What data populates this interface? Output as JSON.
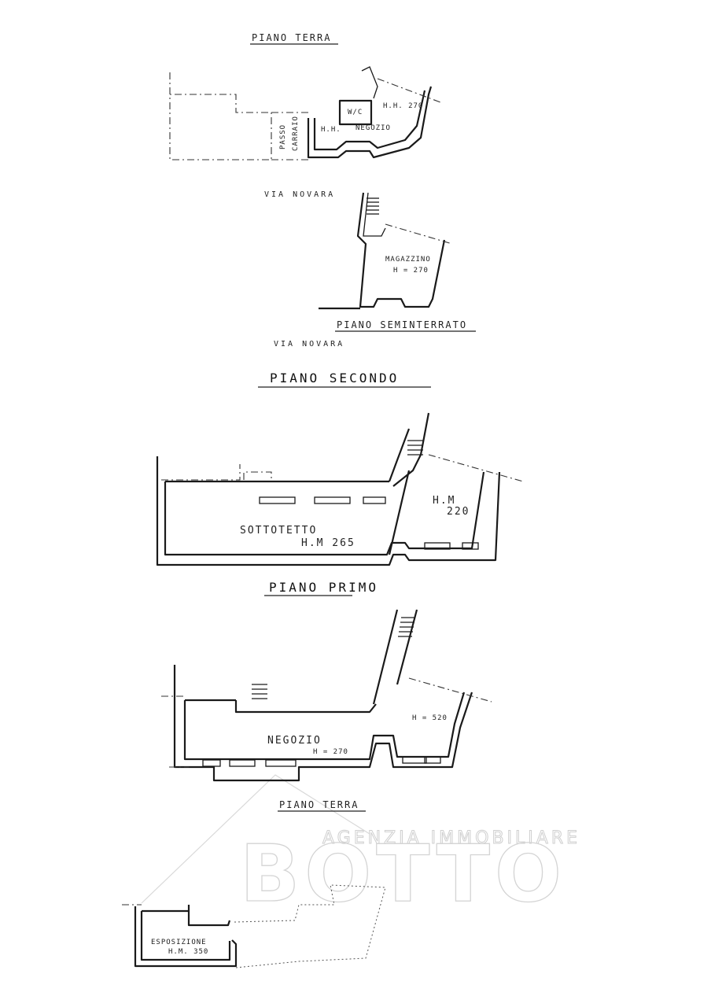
{
  "plans": {
    "piano_terra_top": {
      "title": "PIANO TERRA",
      "passo": "PASSO",
      "carraio": "CARRAIO",
      "wc": "W/C",
      "hh": "H.H.",
      "negozio": "NEGOZIO",
      "height": "H.H. 270"
    },
    "street_1": "VIA NOVARA",
    "seminterrato": {
      "title": "PIANO SEMINTERRATO",
      "room": "MAGAZZINO",
      "height": "H = 270"
    },
    "street_2": "VIA NOVARA",
    "piano_secondo": {
      "title": "PIANO SECONDO",
      "room": "SOTTOTETTO",
      "height": "H.M 265",
      "side_h": "H.M",
      "side_value": "220"
    },
    "piano_primo": {
      "title": "PIANO PRIMO",
      "room": "NEGOZIO",
      "height": "H = 270",
      "side_height": "H = 520"
    },
    "piano_terra_bottom": {
      "title": "PIANO TERRA",
      "room": "ESPOSIZIONE",
      "height": "H.M. 350"
    }
  },
  "watermark": {
    "line1": "AGENZIA IMMOBILIARE",
    "line2": "BOTTO"
  }
}
